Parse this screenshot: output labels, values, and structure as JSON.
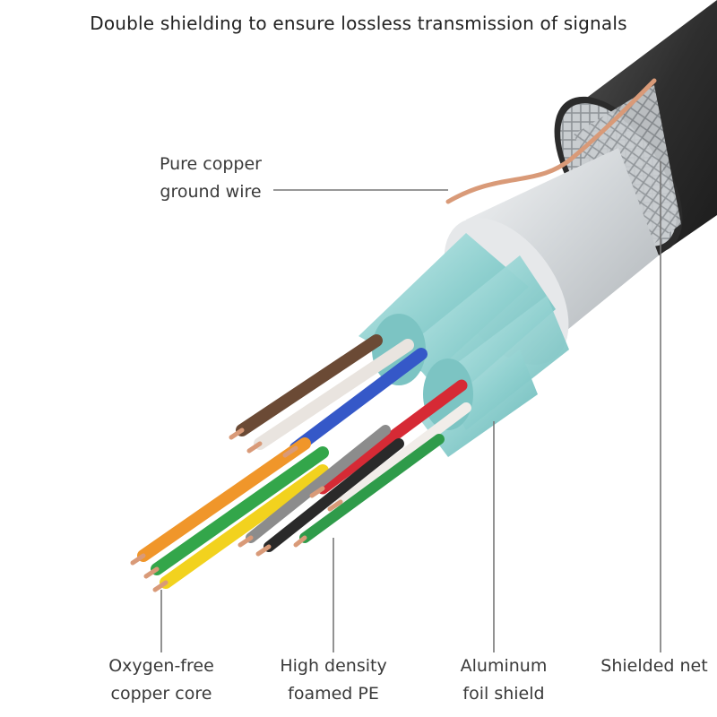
{
  "title": "Double shielding to ensure lossless transmission of signals",
  "labels": {
    "ground_wire": [
      "Pure copper",
      "ground wire"
    ],
    "copper_core": [
      "Oxygen-free",
      "copper core"
    ],
    "foamed_pe": [
      "High density",
      "foamed PE"
    ],
    "foil_shield": [
      "Aluminum",
      "foil shield"
    ],
    "shielded_net": "Shielded net"
  },
  "colors": {
    "jacket": "#3a3a3a",
    "braid": "#cfd3d6",
    "foil": "#dcdfe2",
    "pair_foil": "#8fd0cf",
    "copper": "#d99a78",
    "leader": "#777777"
  },
  "wire_colors": [
    "brown",
    "white",
    "blue",
    "red",
    "orange",
    "green",
    "yellow",
    "black",
    "green-white"
  ]
}
